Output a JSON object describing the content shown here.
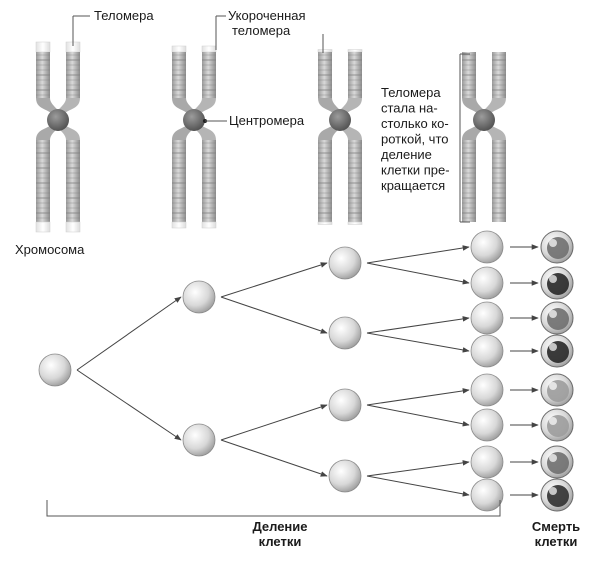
{
  "labels": {
    "telomere": "Теломера",
    "shortened_1": "Укороченная",
    "shortened_2": "теломера",
    "centromere": "Центромера",
    "too_short": [
      "Теломера",
      "стала на-",
      "столько ко-",
      "роткой, что",
      "деление",
      "клетки пре-",
      "кращается"
    ],
    "chromosome": "Хромосома",
    "division_1": "Деление",
    "division_2": "клетки",
    "death_1": "Смерть",
    "death_2": "клетки"
  },
  "chromosome_telomere_lengths": [
    1,
    0.6,
    0.25,
    0
  ],
  "cell_tree_generations": [
    1,
    2,
    4,
    8
  ],
  "dying_cells_darkness": [
    0.55,
    0.95,
    0.55,
    0.95,
    0.3,
    0.3,
    0.55,
    0.9
  ],
  "colors": {
    "ink": "#1a1a1a",
    "line": "#555555",
    "arm_light": "#cfcfcf",
    "arm_dark": "#8a8a8a",
    "telomere": "#f2f2f2",
    "centromere": "#6e6e6e"
  }
}
